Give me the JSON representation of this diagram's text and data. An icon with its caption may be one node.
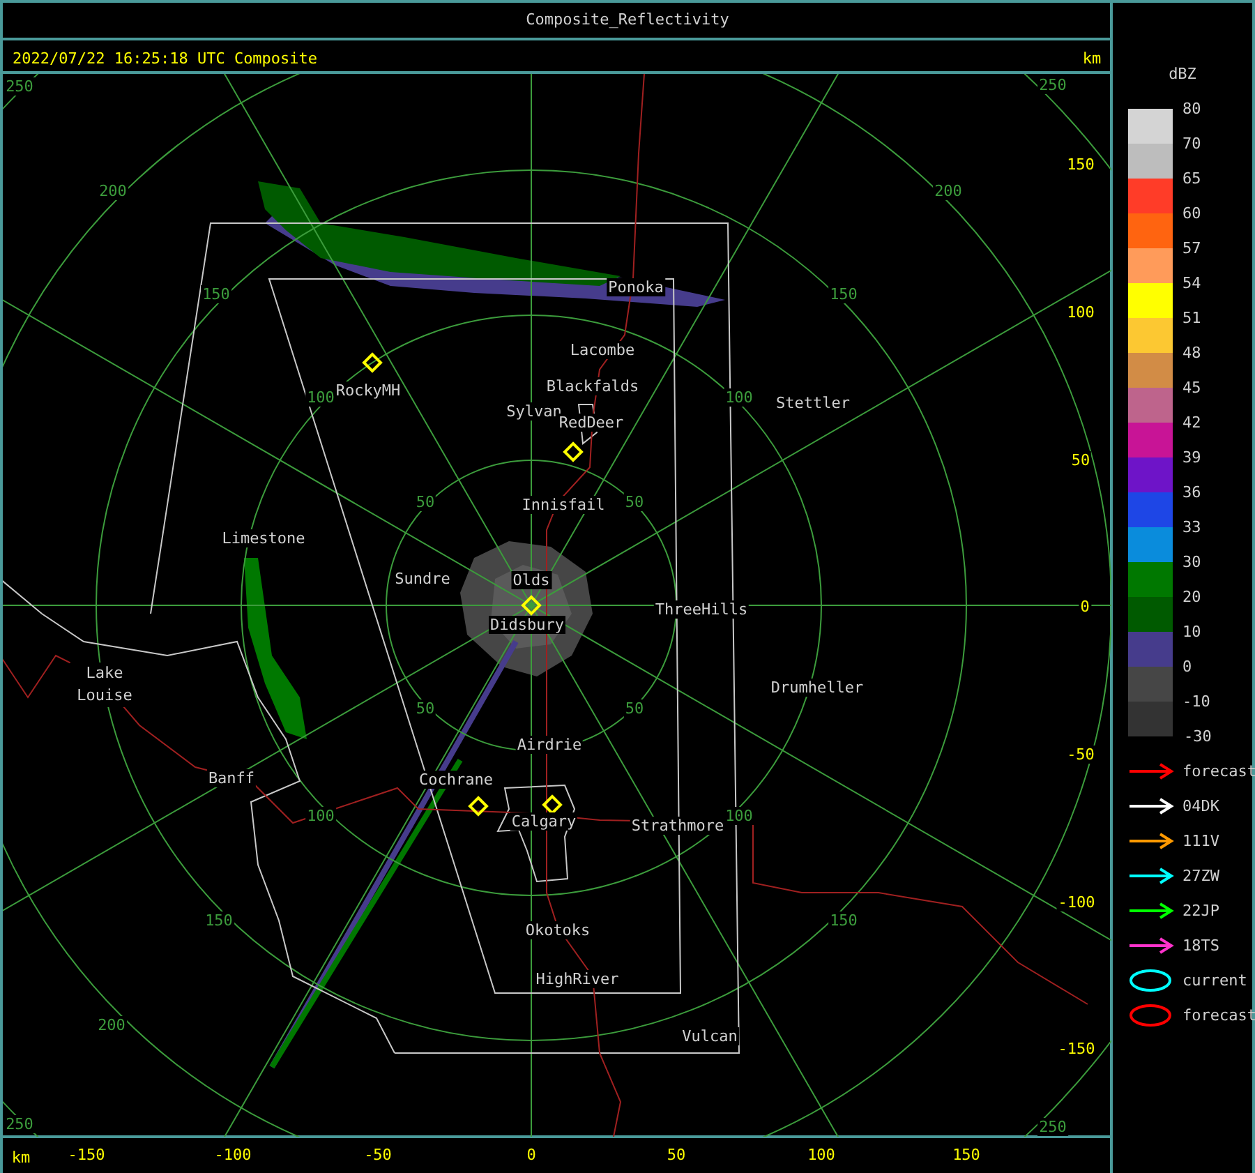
{
  "diagram": {
    "title": "Composite_Reflectivity",
    "labels": [
      "2022/07/22 16:25:18 UTC Composite",
      "km",
      "dBZ",
      "250",
      "250",
      "200",
      "200",
      "150",
      "150",
      "100",
      "100",
      "50",
      "50",
      "50",
      "50",
      "100",
      "100",
      "150",
      "150",
      "200",
      "250",
      "250",
      "150",
      "100",
      "50",
      "0",
      "-50",
      "-100",
      "-150",
      "Ponoka",
      "Lacombe",
      "RockyMH",
      "Blackfalds",
      "Sylvan",
      "RedDeer",
      "Stettler",
      "Innisfail",
      "Limestone",
      "Sundre",
      "Olds",
      "ThreeHills",
      "Didsbury",
      "Drumheller",
      "Lake Louise",
      "Airdrie",
      "Banff",
      "Cochrane",
      "Calgary",
      "Strathmore",
      "Okotoks",
      "HighRiver",
      "Vulcan",
      "km",
      "-150",
      "-100",
      "-50",
      "0",
      "50",
      "100",
      "150",
      "-30"
    ],
    "legend": [
      {
        "text": "80",
        "color": "#d4d4d4"
      },
      {
        "text": "70",
        "color": "#bdbdbd"
      },
      {
        "text": "65",
        "color": "#ff3c28"
      },
      {
        "text": "60",
        "color": "#ff6410"
      },
      {
        "text": "57",
        "color": "#ff9b5a"
      },
      {
        "text": "54",
        "color": "#ffff00"
      },
      {
        "text": "51",
        "color": "#fcc832"
      },
      {
        "text": "48",
        "color": "#d28c46"
      },
      {
        "text": "45",
        "color": "#be648c"
      },
      {
        "text": "42",
        "color": "#c81496"
      },
      {
        "text": "39",
        "color": "#6e14c8"
      },
      {
        "text": "36",
        "color": "#1e46e6"
      },
      {
        "text": "33",
        "color": "#0a8cdc"
      },
      {
        "text": "30",
        "color": "#007800"
      },
      {
        "text": "20",
        "color": "#005a00"
      },
      {
        "text": "10",
        "color": "#463c8c"
      },
      {
        "text": "0",
        "color": "#464646"
      },
      {
        "text": "-10",
        "color": "#333333"
      },
      {
        "text": "forecast"
      },
      {
        "text": "04DK"
      },
      {
        "text": "111V"
      },
      {
        "text": "27ZW"
      },
      {
        "text": "22JP"
      },
      {
        "text": "18TS"
      },
      {
        "text": "current"
      },
      {
        "text": "forecast"
      }
    ]
  }
}
